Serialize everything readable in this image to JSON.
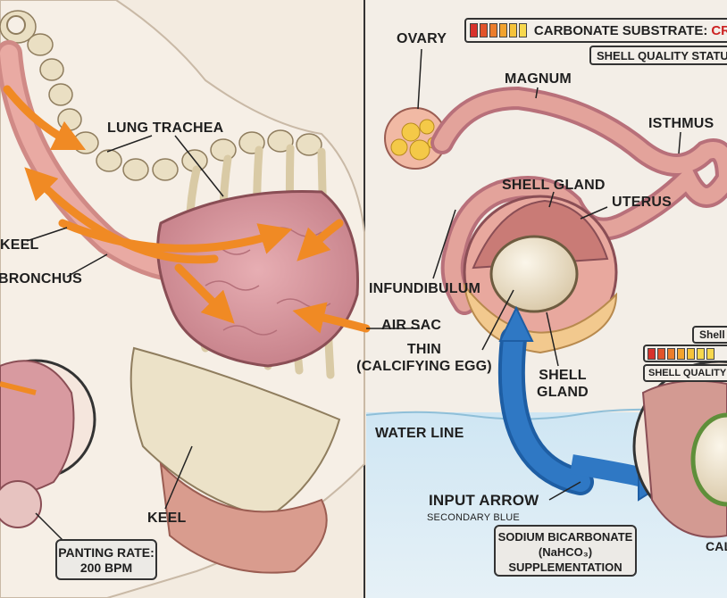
{
  "labels": {
    "ovary": "OVARY",
    "magnum": "MAGNUM",
    "isthmus": "ISTHMUS",
    "lung_trachea": "LUNG  TRACHEA",
    "shell_gland_top": "SHELL GLAND",
    "uterus": "UTERUS",
    "keel_left": "KEEL",
    "bronchus": "BRONCHUS",
    "infundibulum": "INFUNDIBULUM",
    "air_sac": "AIR SAC",
    "thin_line1": "THIN",
    "thin_line2": "(CALCIFYING EGG)",
    "shell_gland_bottom_line1": "SHELL",
    "shell_gland_bottom_line2": "GLAND",
    "water_line": "WATER LINE",
    "input_arrow": "INPUT ARROW",
    "secondary_blue": "SECONDARY BLUE",
    "keel_bottom": "KEEL",
    "cal_partial": "CAL"
  },
  "boxes": {
    "panting_line1": "PANTING RATE:",
    "panting_line2": "200 BPM",
    "sodium_line1": "SODIUM BICARBONATE",
    "sodium_line2": "(NaHCO₃)",
    "sodium_line3": "SUPPLEMENTATION"
  },
  "meters": {
    "carbonate_label": "CARBONATE SUBSTRATE:",
    "carbonate_status": "CR",
    "shell_quality_top": "SHELL QUALITY STATUS",
    "shell_inset_label": "Shell",
    "shell_quality_inset": "SHELL QUALITY ST",
    "swatch_colors": [
      "#d8322b",
      "#e2532a",
      "#ec7d2b",
      "#f2a32e",
      "#f5c33a",
      "#f7d84e"
    ]
  },
  "colors": {
    "respiratory_arrow": "#f08a24",
    "supplement_arrow": "#2f78c4",
    "tissue": "#e9aaa3",
    "bone": "#eadfc3"
  }
}
